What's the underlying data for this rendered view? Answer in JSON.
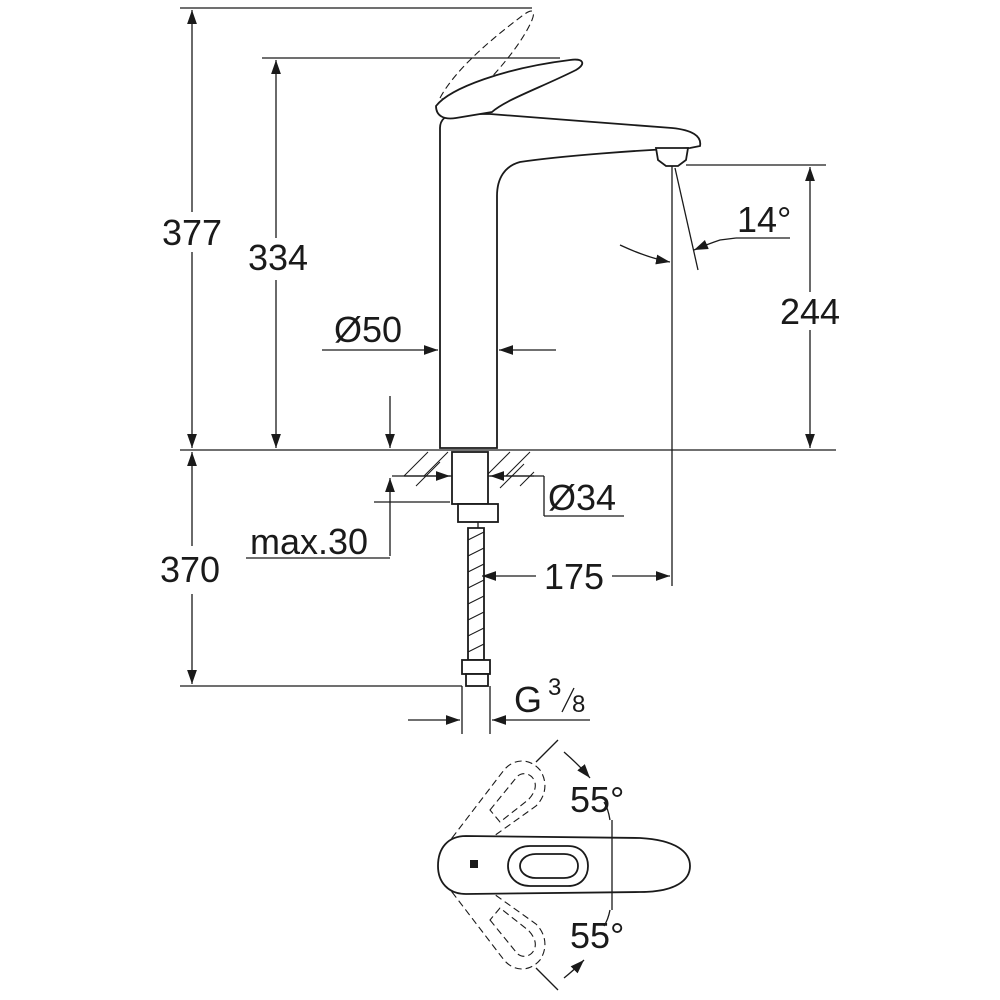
{
  "dimensions": {
    "total_height": "377",
    "spout_top_height": "334",
    "body_diameter": "Ø50",
    "outlet_height": "244",
    "spray_angle": "14°",
    "hole_diameter": "Ø34",
    "max_deck_thickness": "max.30",
    "hose_length": "370",
    "spout_reach": "175",
    "connection_thread": "G",
    "thread_numerator": "3",
    "thread_denominator": "8",
    "handle_rotation_top": "55°",
    "handle_rotation_bottom": "55°"
  },
  "colors": {
    "line": "#1a1a1a",
    "background": "#ffffff"
  }
}
